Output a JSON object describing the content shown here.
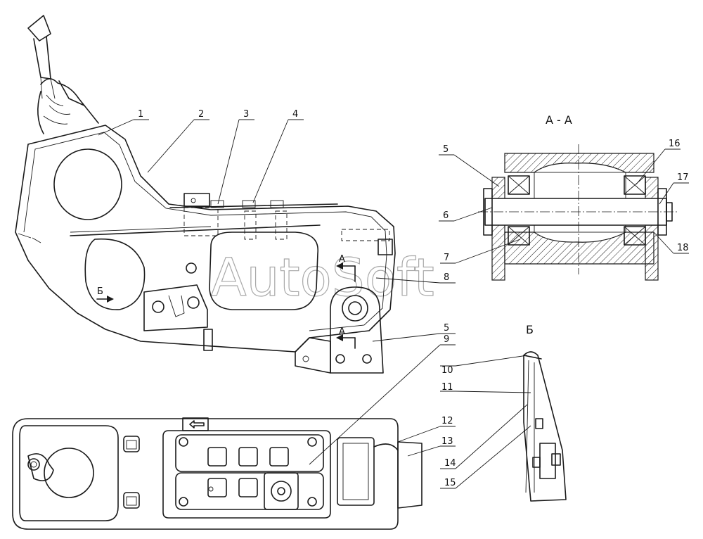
{
  "section_labels": {
    "section_aa": "А - А",
    "section_b": "Б",
    "marker_a_upper": "А",
    "marker_a_lower": "А",
    "marker_b_view": "Б"
  },
  "callouts": [
    "1",
    "2",
    "3",
    "4",
    "5",
    "6",
    "7",
    "8",
    "5",
    "9",
    "10",
    "11",
    "12",
    "13",
    "14",
    "15",
    "16",
    "17",
    "18"
  ],
  "watermark": "AutoSoft"
}
